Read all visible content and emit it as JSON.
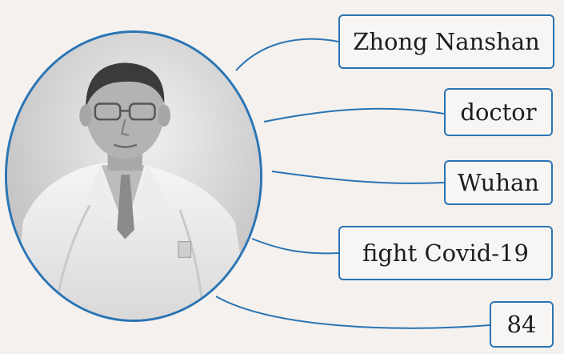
{
  "labels": {
    "name": "Zhong Nanshan",
    "job": "doctor",
    "city": "Wuhan",
    "work": "fight Covid-19",
    "age": "84"
  },
  "colors": {
    "border": "#2a74b4",
    "text": "#1d1d1d",
    "background": "#f4f1ee"
  },
  "portrait": {
    "subject": "man-in-white-coat-photo"
  }
}
